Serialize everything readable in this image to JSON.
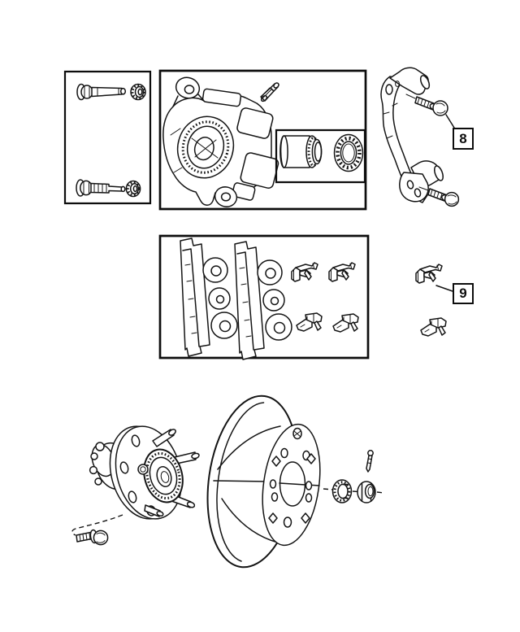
{
  "diagram": {
    "kind": "exploded-parts-diagram",
    "colors": {
      "background": "#ffffff",
      "line": "#141414"
    },
    "callouts": [
      {
        "label": "8"
      },
      {
        "label": "9"
      }
    ],
    "parts": [
      "caliper-guide-pin-kit",
      "disc-brake-caliper",
      "bleeder-screw",
      "caliper-piston",
      "piston-seal",
      "caliper-adapter-bracket",
      "adapter-mounting-bolt",
      "brake-pad-set",
      "pad-retainer-clip",
      "hub-and-bearing-assembly",
      "hub-bolt",
      "brake-rotor",
      "cotter-pin",
      "spindle-washer",
      "spindle-nut"
    ]
  }
}
